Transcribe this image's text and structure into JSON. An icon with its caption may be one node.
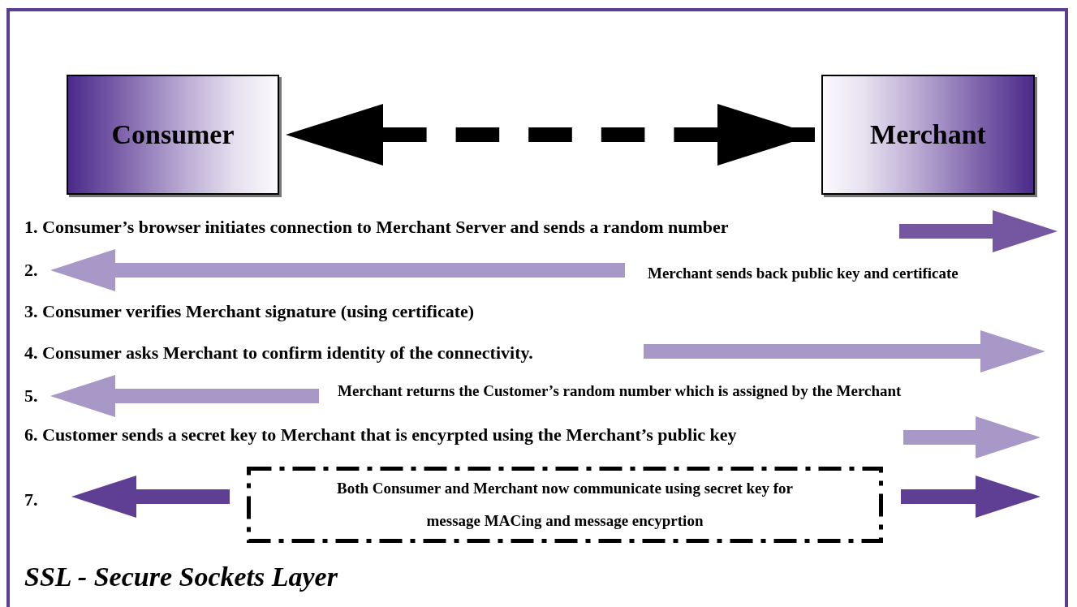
{
  "diagram": {
    "caption": "SSL - Secure Sockets Layer",
    "nodes": [
      {
        "text": [
          "Consumer"
        ]
      },
      {
        "text": [
          "Merchant"
        ]
      },
      {
        "text": [
          "Both Consumer and Merchant now communicate using secret key for message MACing and message encyprtion"
        ]
      }
    ],
    "edges": [
      {
        "from": 0,
        "to": 1,
        "arrow": "both",
        "style": "dashed"
      }
    ],
    "labels": [
      "1. Consumer’s browser initiates connection to Merchant Server and sends a random number",
      "2.",
      "Merchant sends back public key and certificate",
      "3. Consumer verifies Merchant signature (using certificate)",
      "4. Consumer asks Merchant to confirm identity of the connectivity.",
      "5.",
      "Merchant returns the Customer’s random number which is assigned by the Merchant",
      "6. Customer sends a secret key to Merchant that is encyrpted using the Merchant’s public key",
      "7."
    ]
  }
}
